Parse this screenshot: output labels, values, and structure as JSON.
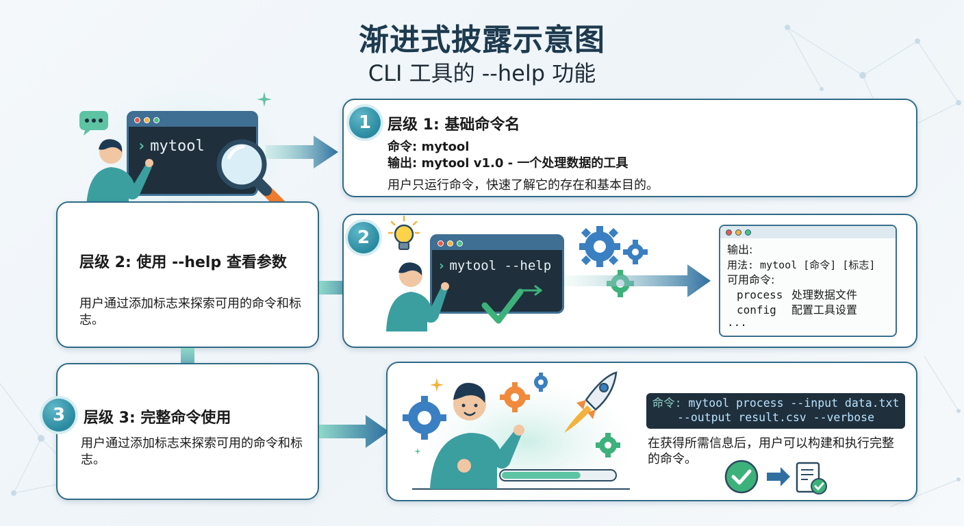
{
  "header": {
    "title": "渐进式披露示意图",
    "subtitle": "CLI 工具的 --help 功能"
  },
  "level1": {
    "badge": "1",
    "title": "层级 1: 基础命令名",
    "command_label": "命令: ",
    "command_value": "mytool",
    "output_label": "输出: ",
    "output_value": "mytool v1.0 - 一个处理数据的工具",
    "description": "用户只运行命令，快速了解它的存在和基本目的。",
    "terminal_command": "mytool"
  },
  "level2": {
    "badge": "2",
    "title": "层级 2: 使用 --help 查看参数",
    "description": "用户通过添加标志来探索可用的命令和标志。",
    "terminal_command": "mytool --help",
    "help_output": {
      "output_line": "输出:",
      "usage_line": "用法: mytool [命令] [标志]",
      "commands_header": "可用命令:",
      "commands": [
        {
          "name": "process",
          "desc": "处理数据文件"
        },
        {
          "name": "config",
          "desc": "配置工具设置"
        }
      ],
      "ellipsis": "..."
    }
  },
  "level3": {
    "badge": "3",
    "title": "层级 3: 完整命令使用",
    "description": "用户通过添加标志来探索可用的命令和标志。",
    "command_label": "命令:",
    "command_line1": "mytool process --input data.txt",
    "command_line2": "--output result.csv --verbose",
    "result_text": "在获得所需信息后，用户可以构建和执行完整的命令。",
    "progress": 0.7
  },
  "colors": {
    "border": "#2e6a86",
    "badge": "#2a8aa0",
    "arrow_start": "#8fd8c8",
    "arrow_end": "#2f6fa0",
    "terminal_bg": "#1f2f3c",
    "prompt": "#52c9a6",
    "check": "#3cb27a"
  },
  "icons": [
    "chat-bubble-icon",
    "magnifier-icon",
    "lightbulb-icon",
    "gear-icon",
    "checkmark-icon",
    "rocket-icon",
    "document-check-icon",
    "sparkle-icon"
  ]
}
